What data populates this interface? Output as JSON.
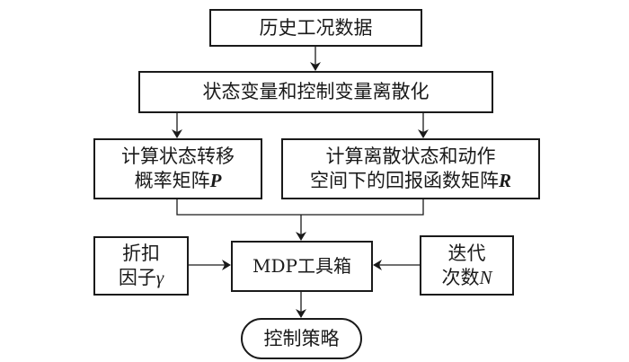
{
  "diagram": {
    "type": "flowchart",
    "nodes": {
      "history": {
        "lines": [
          {
            "text": "历史工况数据"
          }
        ]
      },
      "discretize": {
        "lines": [
          {
            "text": "状态变量和控制变量离散化"
          }
        ]
      },
      "transition_matrix": {
        "lines": [
          {
            "text": "计算状态转移"
          },
          {
            "text": "概率矩阵",
            "symbol": "P"
          }
        ]
      },
      "reward_matrix": {
        "lines": [
          {
            "text": "计算离散状态和动作"
          },
          {
            "text": "空间下的回报函数矩阵",
            "symbol": "R"
          }
        ]
      },
      "discount": {
        "lines": [
          {
            "text": "折扣"
          },
          {
            "text": "因子",
            "symbol": "γ"
          }
        ]
      },
      "mdp_toolbox": {
        "lines": [
          {
            "text": "MDP工具箱"
          }
        ]
      },
      "iterations": {
        "lines": [
          {
            "text": "迭代"
          },
          {
            "text": "次数",
            "symbol": "N"
          }
        ]
      },
      "policy": {
        "lines": [
          {
            "text": "控制策略"
          }
        ]
      }
    },
    "edges": [
      {
        "from": "history",
        "to": "discretize"
      },
      {
        "from": "discretize",
        "to": "transition_matrix"
      },
      {
        "from": "discretize",
        "to": "reward_matrix"
      },
      {
        "from": "transition_matrix",
        "to": "mdp_toolbox"
      },
      {
        "from": "reward_matrix",
        "to": "mdp_toolbox"
      },
      {
        "from": "discount",
        "to": "mdp_toolbox"
      },
      {
        "from": "iterations",
        "to": "mdp_toolbox"
      },
      {
        "from": "mdp_toolbox",
        "to": "policy"
      }
    ],
    "colors": {
      "stroke": "#1a1a1a",
      "background": "#ffffff"
    }
  }
}
